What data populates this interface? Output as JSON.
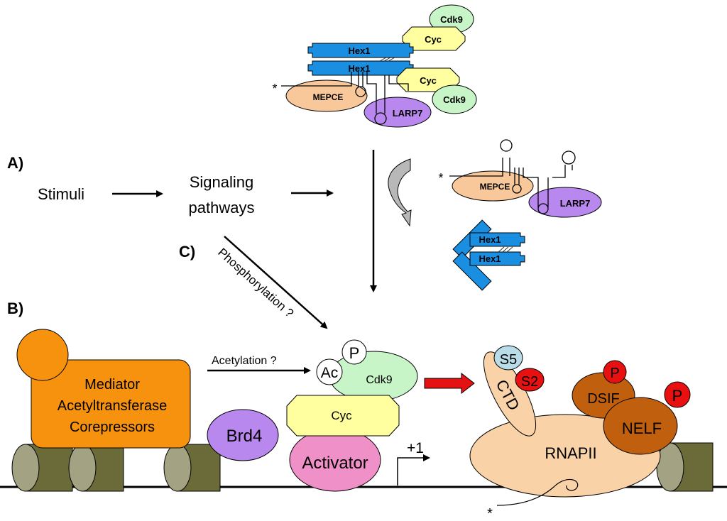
{
  "panels": {
    "a": "A)",
    "b": "B)",
    "c": "C)"
  },
  "flow": {
    "stimuli": "Stimuli",
    "signaling_line1": "Signaling",
    "signaling_line2": "pathways"
  },
  "arrows": {
    "phosphorylation": "Phosphorylation ?",
    "acetylation": "Acetylation ?"
  },
  "proteins": {
    "cdk9": "Cdk9",
    "cyc": "Cyc",
    "hex1": "Hex1",
    "mepce": "MEPCE",
    "larp7": "LARP7",
    "mediator": [
      "Mediator",
      "Acetyltransferase",
      "Corepressors"
    ],
    "brd4": "Brd4",
    "activator": "Activator",
    "phospho": "P",
    "acetyl": "Ac",
    "s5": "S5",
    "s2": "S2",
    "ctd": "CTD",
    "dsif": "DSIF",
    "nelf": "NELF",
    "rnapii": "RNAPII"
  },
  "marks": {
    "plus_one": "+1",
    "asterisk": "*"
  },
  "colors": {
    "cdk9": "#c8f5c8",
    "cyc": "#ffffa0",
    "hex1": "#1a8ee0",
    "mepce": "#f8c89a",
    "larp7": "#b888ee",
    "mediator": "#f7920e",
    "brd4": "#b888ee",
    "activator": "#f090c8",
    "rnapii": "#f9d2a8",
    "dsif": "#c0600e",
    "nelf": "#c0600e",
    "phospho_red": "#e81010",
    "s5": "#b8dde8",
    "nucleosome": "#6b6b3a",
    "red_arrow": "#e41212"
  }
}
